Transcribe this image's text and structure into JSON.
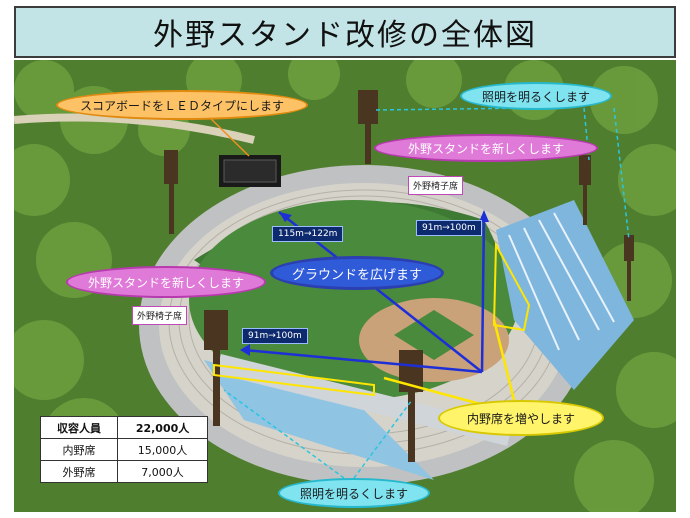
{
  "title": "外野スタンド改修の全体図",
  "callouts": {
    "scoreboard": "スコアボードをＬＥＤタイプにします",
    "lighting_top": "照明を明るくします",
    "outfield_right": "外野スタンドを新しくします",
    "outfield_left": "外野スタンドを新しくします",
    "ground": "グラウンドを広げます",
    "infield": "内野席を増やします",
    "lighting_bottom": "照明を明るくします"
  },
  "labels": {
    "outfield_seat_right": "外野椅子席",
    "outfield_seat_left": "外野椅子席",
    "dist_center": "115m→122m",
    "dist_right": "91m→100m",
    "dist_left": "91m→100m"
  },
  "capacity_table": [
    [
      "収容人員",
      "22,000人"
    ],
    [
      "内野席",
      "15,000人"
    ],
    [
      "外野席",
      "7,000人"
    ]
  ]
}
